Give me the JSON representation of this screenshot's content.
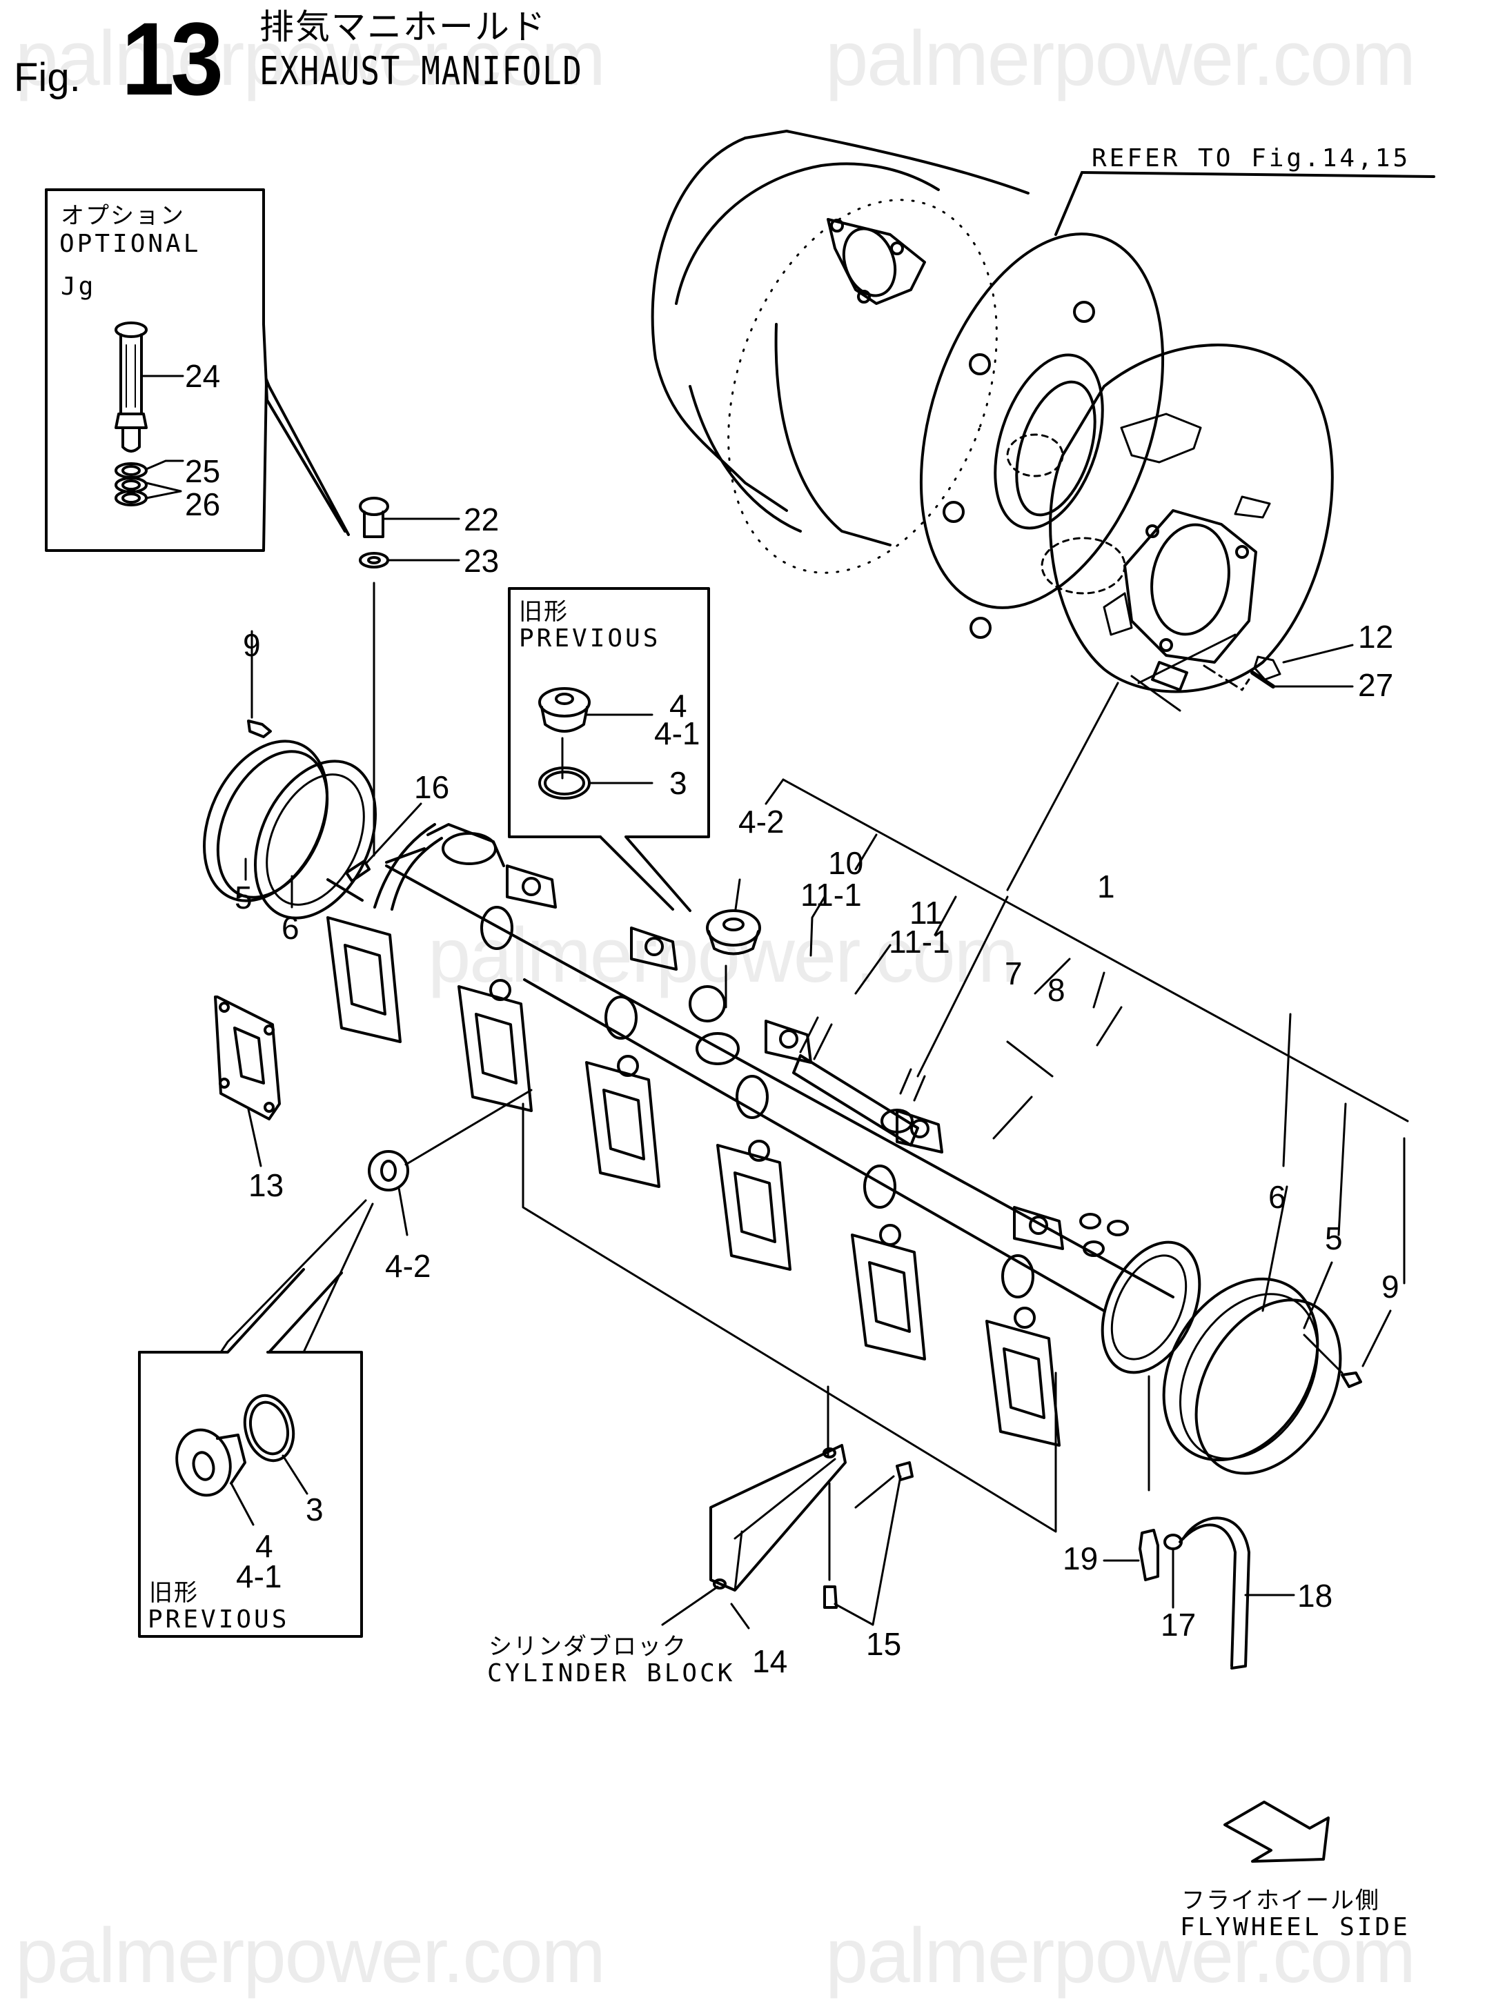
{
  "watermark": "palmerpower.com",
  "header": {
    "fig_prefix": "Fig.",
    "fig_number": "13",
    "title_jp": "排気マニホールド",
    "title_en": "EXHAUST MANIFOLD"
  },
  "refer_note": "REFER TO Fig.14,15",
  "optional_box": {
    "label_jp": "オプション",
    "label_en": "OPTIONAL",
    "code": "Jg",
    "callouts": [
      "24",
      "25",
      "26"
    ]
  },
  "previous_box_top": {
    "label_jp": "旧形",
    "label_en": "PREVIOUS",
    "callouts": [
      "4",
      "4-1",
      "3"
    ]
  },
  "previous_box_bottom": {
    "label_jp": "旧形",
    "label_en": "PREVIOUS",
    "callouts": [
      "3",
      "4",
      "4-1"
    ]
  },
  "callouts": {
    "c22": "22",
    "c23": "23",
    "c9_left": "9",
    "c16": "16",
    "c5_left": "5",
    "c6_left": "6",
    "c13": "13",
    "c4_2_top": "4-2",
    "c4_2_left": "4-2",
    "c10": "10",
    "c11_1_a": "11-1",
    "c11": "11",
    "c11_1_b": "11-1",
    "c1": "1",
    "c7": "7",
    "c8": "8",
    "c12": "12",
    "c27": "27",
    "c6_right": "6",
    "c5_right": "5",
    "c9_right": "9",
    "c19": "19",
    "c17": "17",
    "c18": "18",
    "c14": "14",
    "c15": "15"
  },
  "cylinder_block": {
    "label_jp": "シリンダブロック",
    "label_en": "CYLINDER BLOCK"
  },
  "flywheel_side": {
    "label_jp": "フライホイール側",
    "label_en": "FLYWHEEL SIDE",
    "icon": "direction-arrow-icon"
  }
}
